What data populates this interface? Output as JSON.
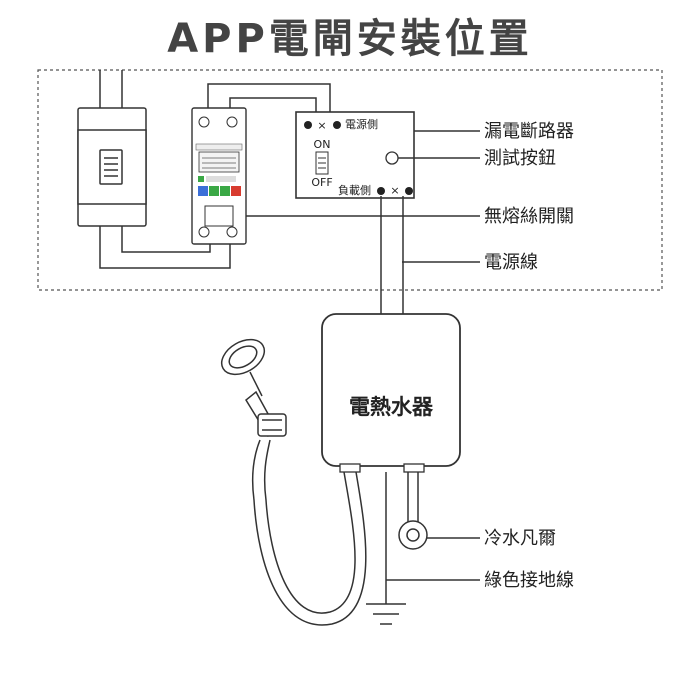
{
  "title": "APP電閘安裝位置",
  "breaker": {
    "source_side": "電源側",
    "load_side": "負載側",
    "on": "ON",
    "off": "OFF"
  },
  "heater_label": "電熱水器",
  "callouts": {
    "leakage_breaker": "漏電斷路器",
    "test_button": "測試按鈕",
    "fuseless_switch": "無熔絲開關",
    "power_line": "電源線",
    "cold_water_valve": "冷水凡爾",
    "ground_wire": "綠色接地線"
  },
  "colors": {
    "line": "#333333",
    "dashed_frame": "#555555",
    "title": "#444444",
    "meter_green": "#3aa845",
    "meter_blue": "#3b6fd8",
    "meter_red": "#d83b2f"
  }
}
